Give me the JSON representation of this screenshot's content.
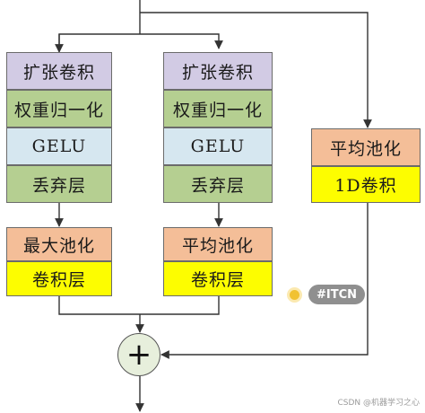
{
  "left_branch": {
    "blocks": [
      "扩张卷积",
      "权重归一化",
      "GELU",
      "丢弃层",
      "最大池化",
      "卷积层"
    ]
  },
  "middle_branch": {
    "blocks": [
      "扩张卷积",
      "权重归一化",
      "GELU",
      "丢弃层",
      "平均池化",
      "卷积层"
    ]
  },
  "right_branch": {
    "blocks": [
      "平均池化",
      "1D卷积"
    ]
  },
  "adder_symbol": "+",
  "badge_text": "#ITCN",
  "watermark": "CSDN @机器学习之心",
  "colors": {
    "purple": "#d2cbe4",
    "green": "#b5cf91",
    "blue": "#d6e7f0",
    "peach": "#f4be98",
    "yellow": "#fdfd00",
    "line": "#333333"
  }
}
